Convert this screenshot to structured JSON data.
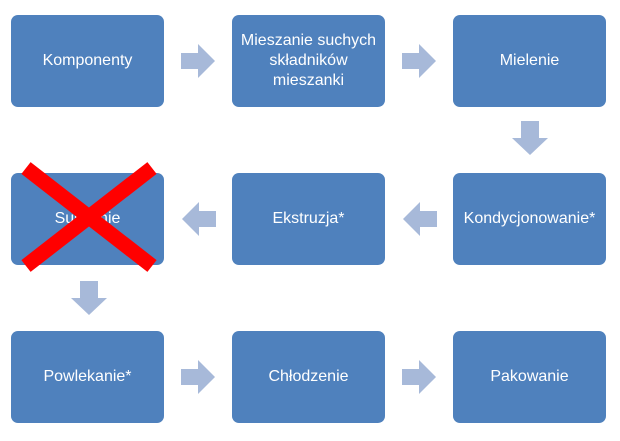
{
  "steps": {
    "komponenty": "Komponenty",
    "mieszanie_line1": "Mieszanie  suchych",
    "mieszanie_line2": "składników",
    "mieszanie_line3": "mieszanki",
    "mielenie": "Mielenie",
    "kondycjonowanie": "Kondycjonowanie*",
    "ekstruzja": "Ekstruzja*",
    "suszenie": "Suszenie",
    "powlekanie": "Powlekanie*",
    "chlodzenie": "Chłodzenie",
    "pakowanie": "Pakowanie"
  },
  "colors": {
    "box": "#4f81bd",
    "arrow": "#a7b9d9",
    "cross": "#ff0000"
  },
  "icons": {
    "cross": "cross-mark-icon",
    "arrow": "block-arrow-icon"
  }
}
